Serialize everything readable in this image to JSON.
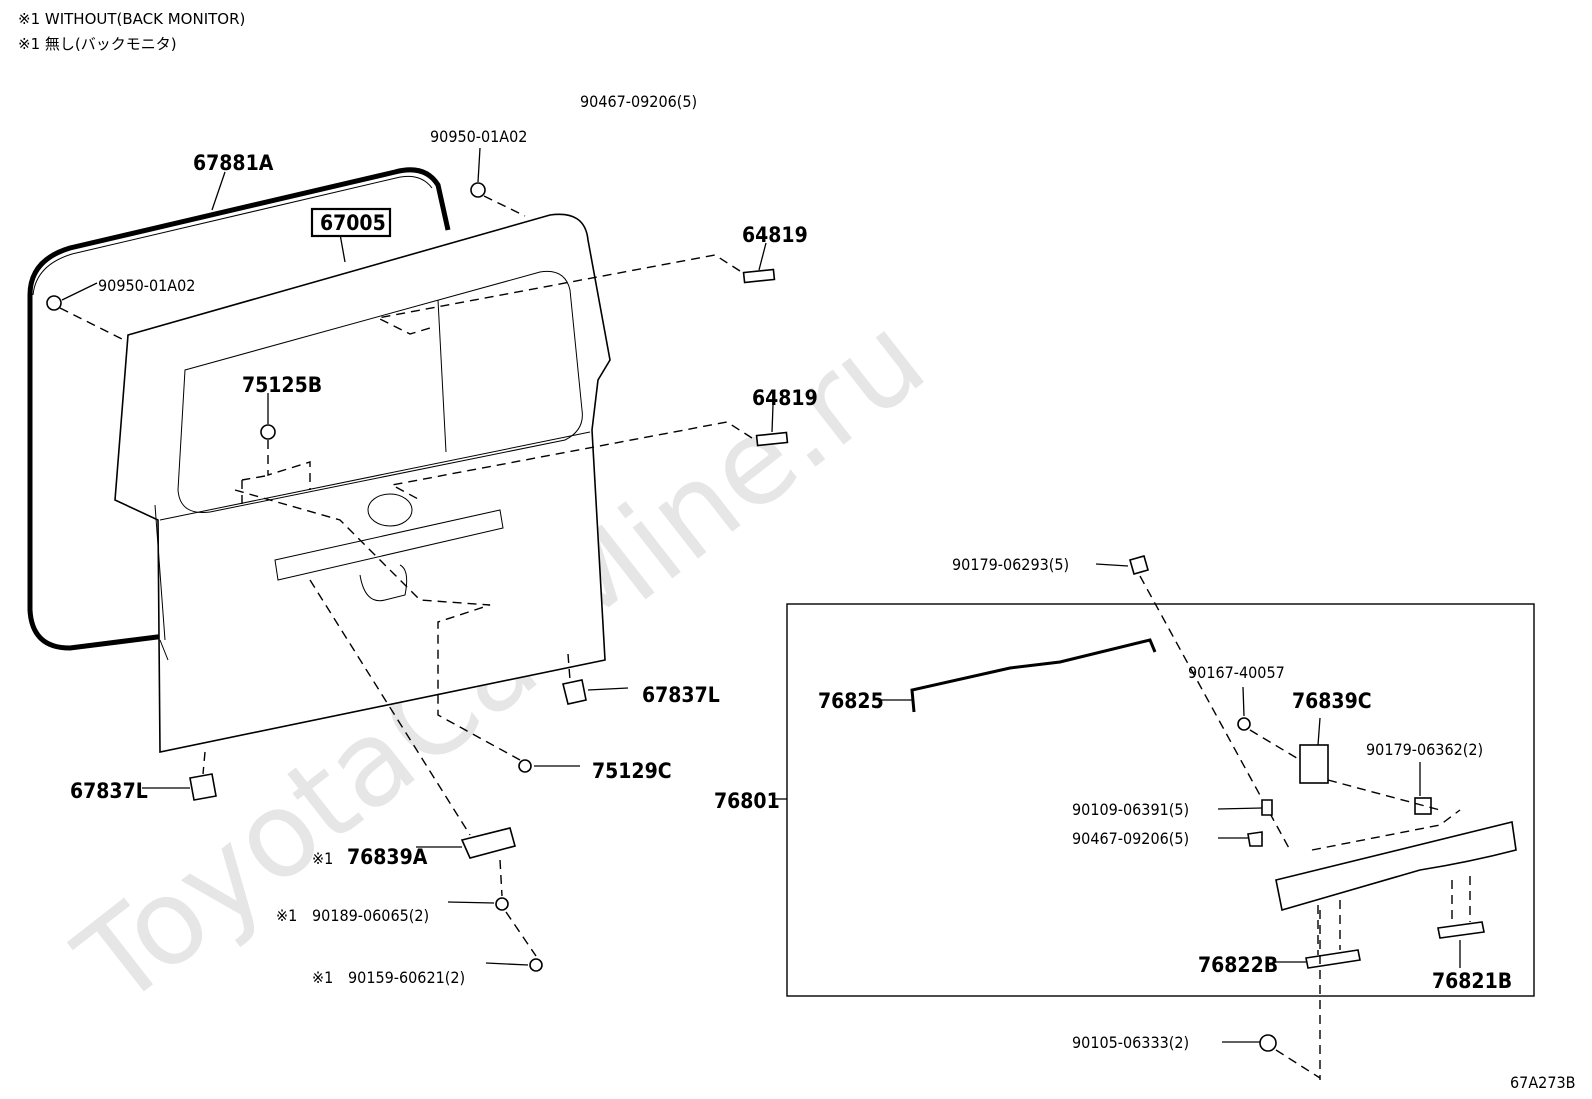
{
  "notes": [
    "※1 WITHOUT(BACK MONITOR)",
    "※1 無し(バックモニタ)"
  ],
  "watermark": "ToyotaCarMine.ru",
  "figure_code": "67A273B",
  "labels": {
    "p90467_top": "90467-09206(5)",
    "p90950_top": "90950-01A02",
    "p67881A": "67881A",
    "p67005": "67005",
    "p90950_left": "90950-01A02",
    "p64819_a": "64819",
    "p64819_b": "64819",
    "p75125B": "75125B",
    "p67837L_right": "67837L",
    "p67837L_left": "67837L",
    "p75129C": "75129C",
    "p76839A": "76839A",
    "p90189": "90189-06065(2)",
    "p90159": "90159-60621(2)",
    "p90179_top": "90179-06293(5)",
    "p76825": "76825",
    "p90167": "90167-40057",
    "p76839C": "76839C",
    "p90179_right": "90179-06362(2)",
    "p76801": "76801",
    "p90109": "90109-06391(5)",
    "p90467_mid": "90467-09206(5)",
    "p76822B": "76822B",
    "p76821B": "76821B",
    "p90105": "90105-06333(2)"
  },
  "marker": "※1"
}
